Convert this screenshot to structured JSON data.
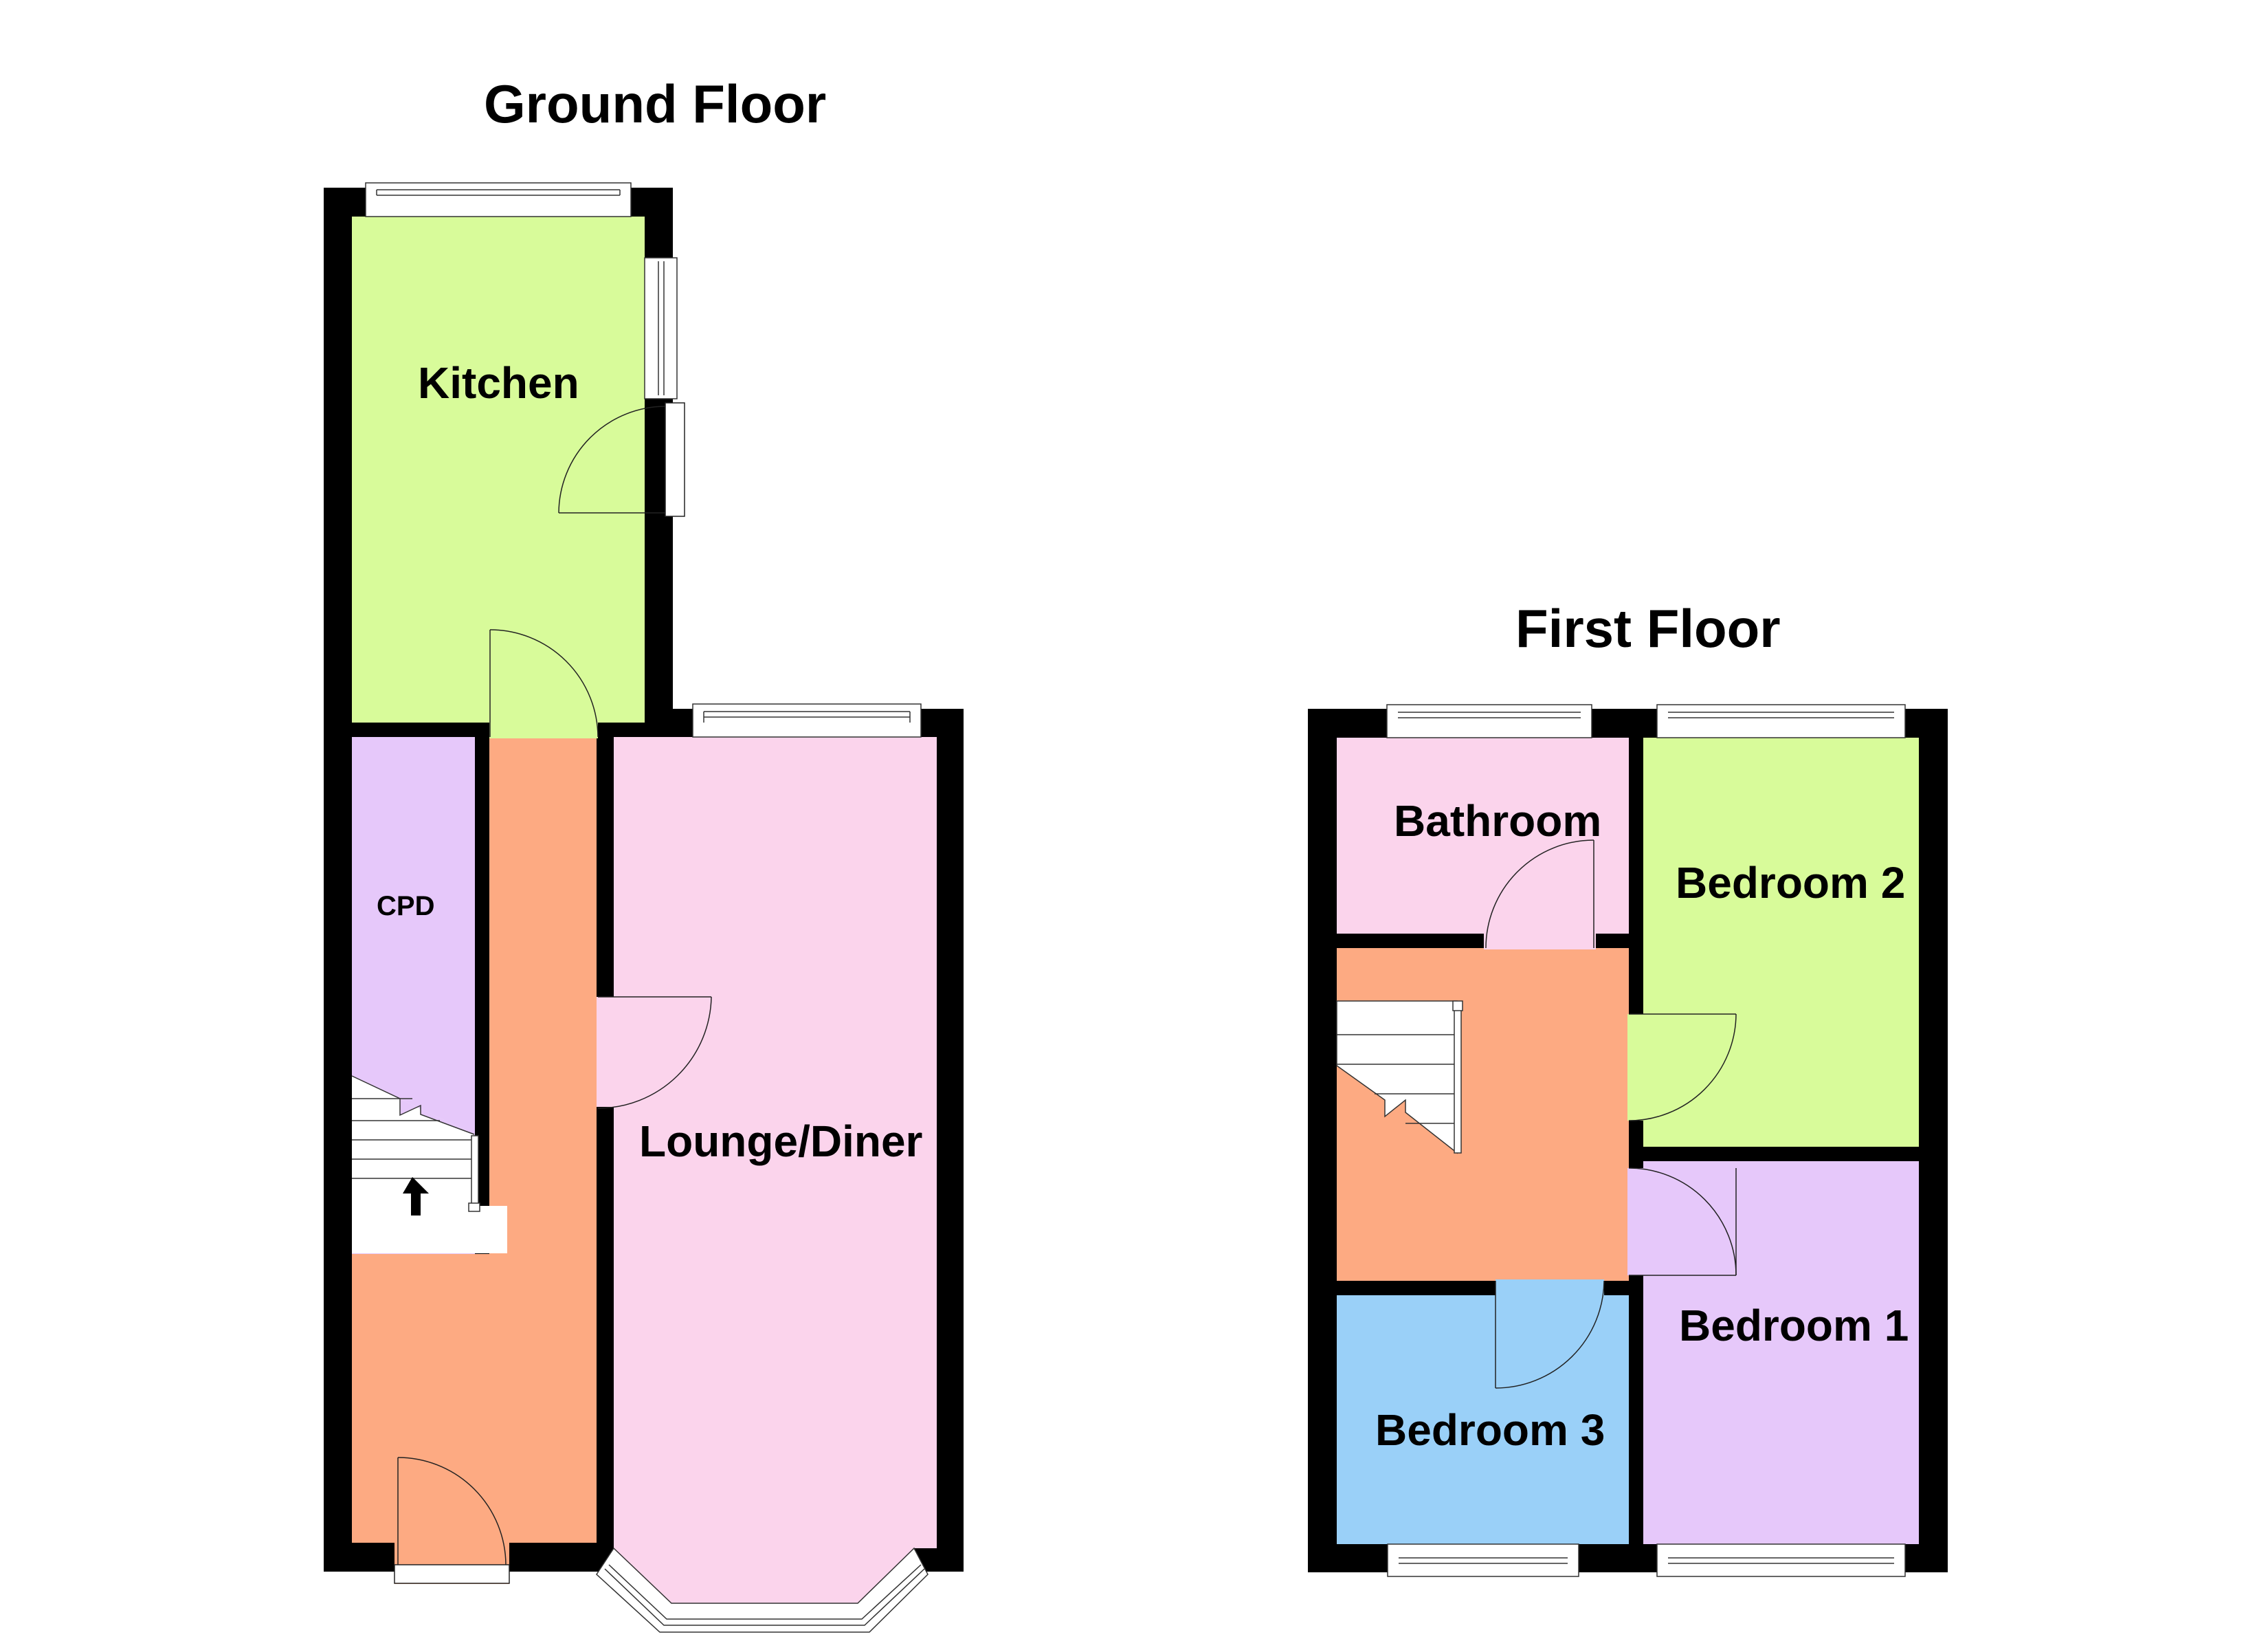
{
  "ground_floor": {
    "title": "Ground Floor",
    "rooms": {
      "kitchen": {
        "label": "Kitchen",
        "color": "#d8fb9a"
      },
      "cpd": {
        "label": "CPD",
        "color": "#e6c8fa"
      },
      "hall": {
        "label": "",
        "color": "#fdaa82"
      },
      "lounge": {
        "label": "Lounge/Diner",
        "color": "#fbd4ec"
      }
    }
  },
  "first_floor": {
    "title": "First Floor",
    "rooms": {
      "bathroom": {
        "label": "Bathroom",
        "color": "#fbd4ec"
      },
      "bedroom2": {
        "label": "Bedroom 2",
        "color": "#d8fb9a"
      },
      "landing": {
        "label": "",
        "color": "#fdaa82"
      },
      "bedroom1": {
        "label": "Bedroom 1",
        "color": "#e6c8fa"
      },
      "bedroom3": {
        "label": "Bedroom 3",
        "color": "#9ad0f8"
      }
    }
  },
  "colors": {
    "wall": "#000000",
    "window": "#ffffff",
    "stairs": "#ffffff"
  }
}
